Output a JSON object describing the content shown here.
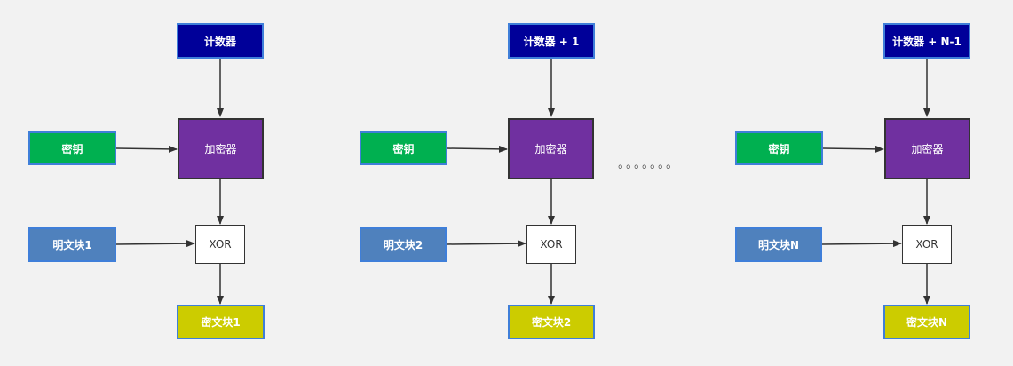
{
  "colors": {
    "counter": "#000099",
    "key": "#00b050",
    "encryptor": "#7030a0",
    "plaintext": "#4f81bd",
    "xor": "#ffffff",
    "ciphertext": "#cccc00",
    "arrow": "#333333",
    "background": "#f2f2f2"
  },
  "stages": [
    {
      "counter": "计数器",
      "key": "密钥",
      "encryptor": "加密器",
      "plaintext": "明文块1",
      "xor": "XOR",
      "ciphertext": "密文块1"
    },
    {
      "counter": "计数器 + 1",
      "key": "密钥",
      "encryptor": "加密器",
      "plaintext": "明文块2",
      "xor": "XOR",
      "ciphertext": "密文块2"
    },
    {
      "counter": "计数器 + N-1",
      "key": "密钥",
      "encryptor": "加密器",
      "plaintext": "明文块N",
      "xor": "XOR",
      "ciphertext": "密文块N"
    }
  ],
  "ellipsis": "。。。。。。。"
}
